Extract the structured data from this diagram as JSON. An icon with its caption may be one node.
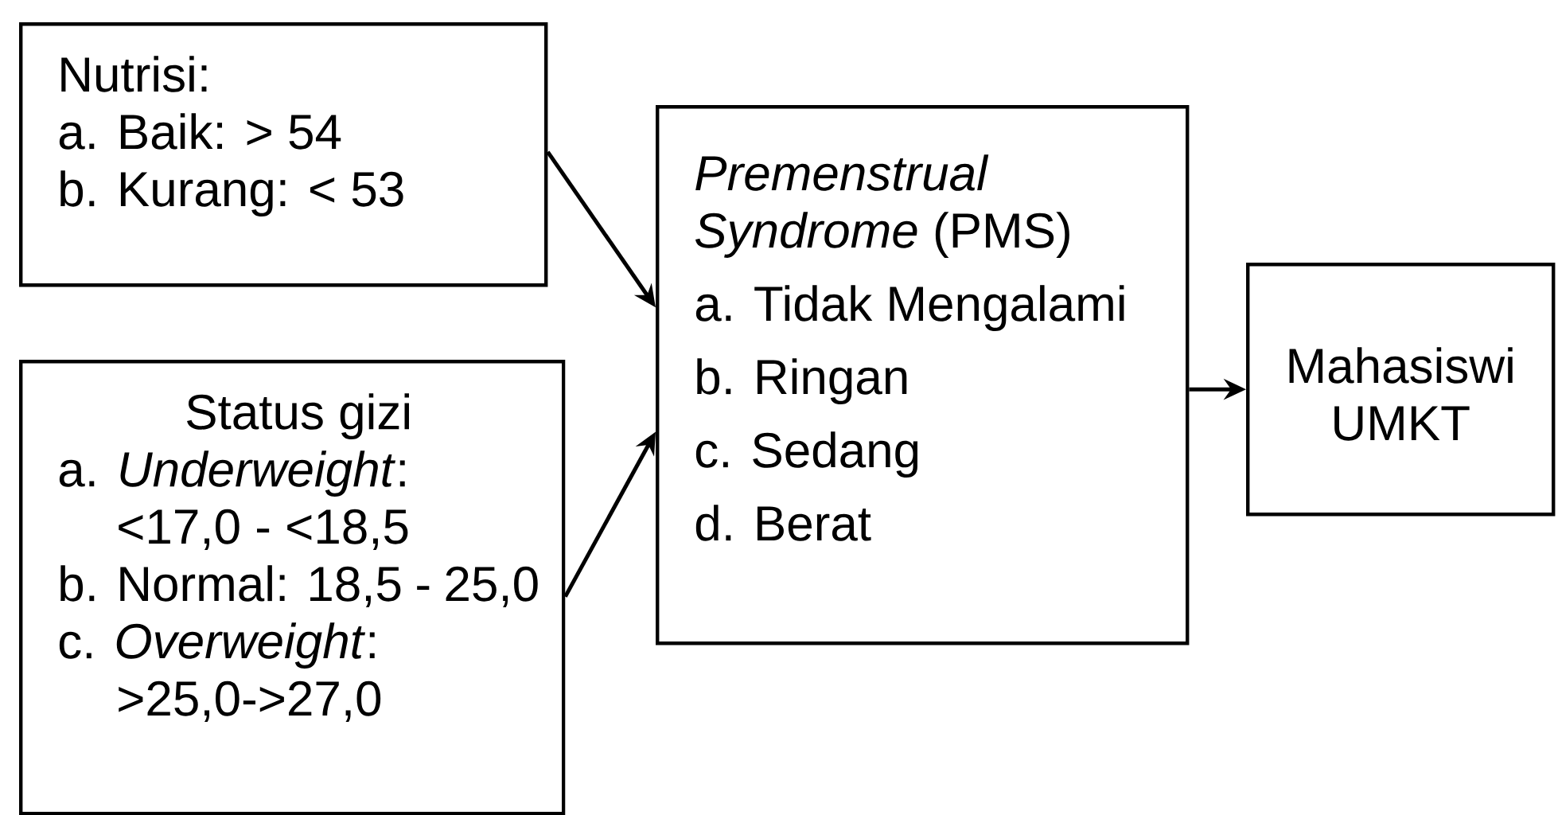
{
  "diagram": {
    "nodes": [
      {
        "text": [
          "Nutrisi:",
          "a. Baik: > 54",
          "b. Kurang: < 53"
        ]
      },
      {
        "text": [
          "Status gizi",
          "a. *Underweight*: <17,0 - <18,5",
          "b. Normal: 18,5 - 25,0",
          "c. *Overweight*: >25,0->27,0"
        ]
      },
      {
        "text": [
          "*Premenstrual Syndrome* (PMS)",
          "a. Tidak Mengalami",
          "b. Ringan",
          "c. Sedang",
          "d. Berat"
        ]
      },
      {
        "text": [
          "Mahasiswi UMKT"
        ]
      }
    ],
    "edges": [
      {
        "from": 0,
        "to": 2,
        "arrow": "to"
      },
      {
        "from": 1,
        "to": 2,
        "arrow": "to"
      },
      {
        "from": 2,
        "to": 3,
        "arrow": "to"
      }
    ]
  }
}
